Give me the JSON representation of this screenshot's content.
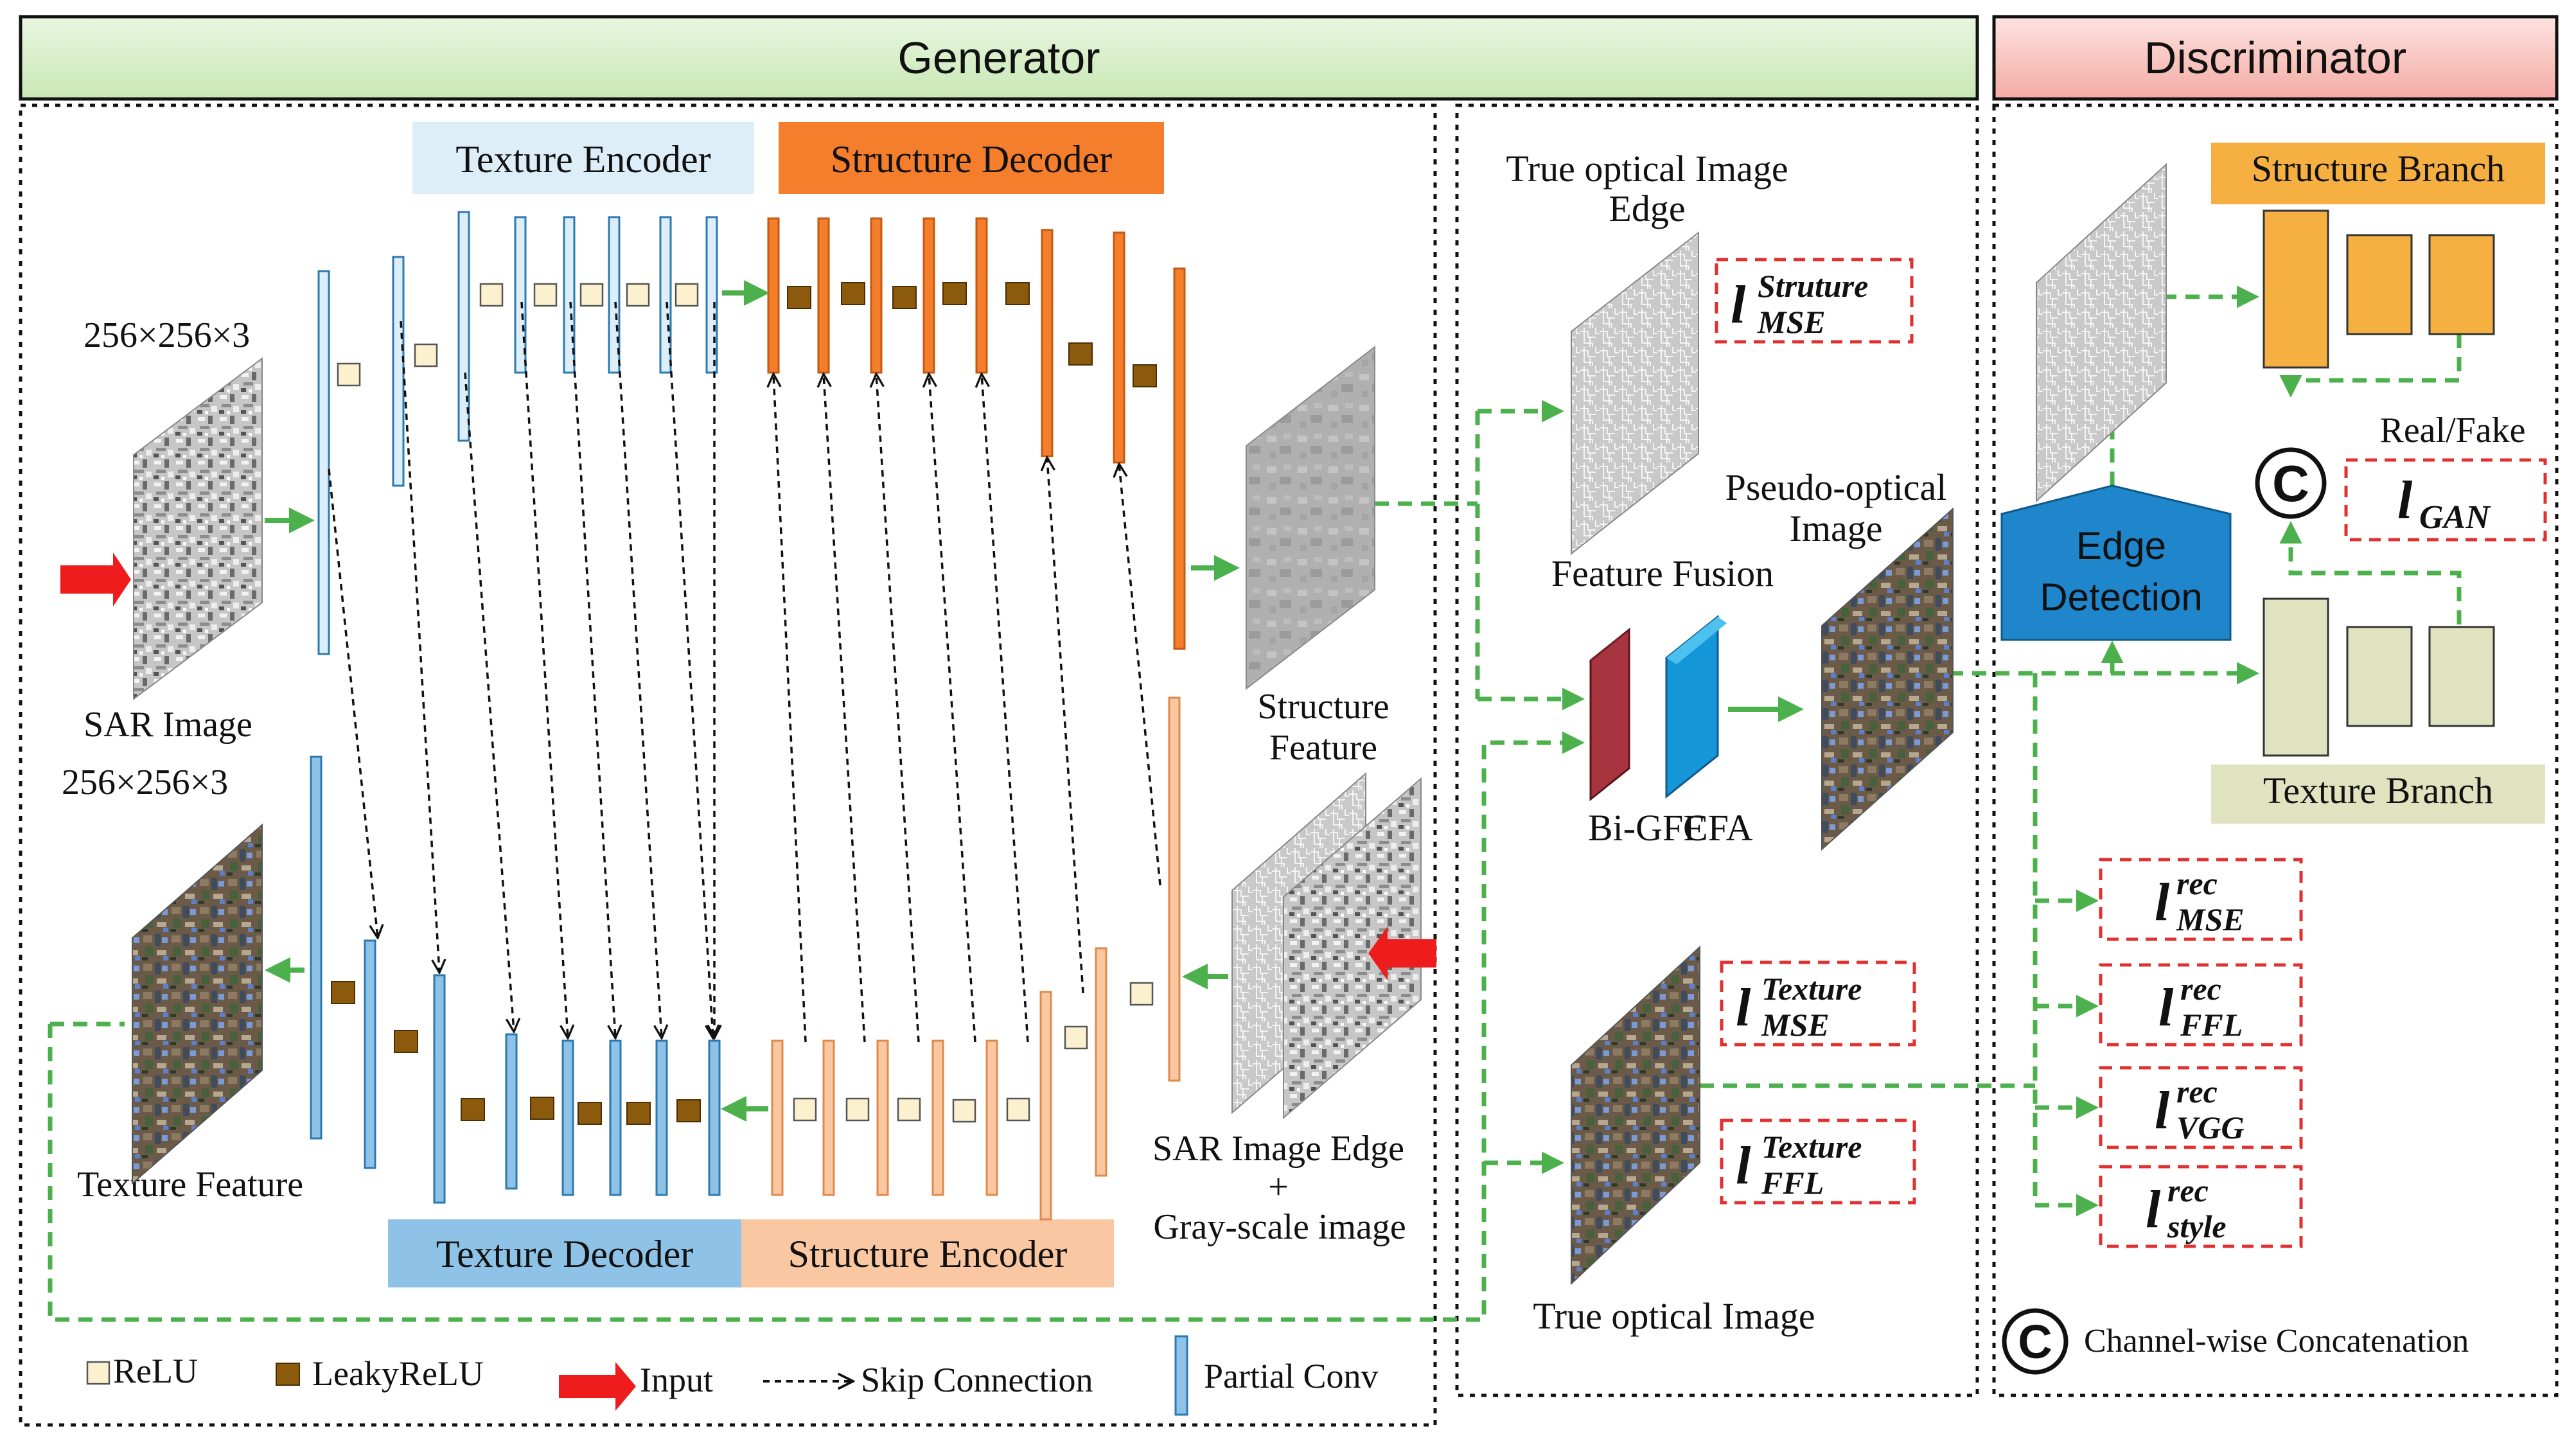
{
  "headers": {
    "generator": "Generator",
    "discriminator": "Discriminator"
  },
  "generator": {
    "texture_encoder": "Texture Encoder",
    "structure_decoder": "Structure Decoder",
    "texture_decoder": "Texture Decoder",
    "structure_encoder": "Structure Encoder",
    "input_size_top": "256×256×3",
    "input_size_bottom": "256×256×3",
    "sar_image": "SAR Image",
    "texture_feature": "Texture Feature",
    "structure_feature_line1": "Structure",
    "structure_feature_line2": "Feature",
    "sar_edge_line1": "SAR Image Edge",
    "sar_edge_line2": "+",
    "sar_edge_line3": "Gray-scale  image"
  },
  "fusion": {
    "true_edge_line1": "True optical Image",
    "true_edge_line2": "Edge",
    "feature_fusion": "Feature Fusion",
    "bigff": "Bi-GFF",
    "cfa": "CFA",
    "pseudo_line1": "Pseudo-optical",
    "pseudo_line2": "Image",
    "true_optical": "True optical Image"
  },
  "losses": {
    "l_base": "l",
    "struture_sup": "Struture",
    "texture_sup": "Texture",
    "rec_sup": "rec",
    "mse_sub": "MSE",
    "ffl_sub": "FFL",
    "vgg_sub": "VGG",
    "style_sub": "style",
    "gan_sub": "GAN"
  },
  "discriminator": {
    "structure_branch": "Structure Branch",
    "texture_branch": "Texture Branch",
    "edge_line1": "Edge",
    "edge_line2": "Detection",
    "real_fake": "Real/Fake",
    "concat_symbol": "C",
    "concat_label": "Channel-wise  Concatenation"
  },
  "legend": {
    "relu": "ReLU",
    "leakyrelu": "LeakyReLU",
    "input": "Input",
    "skip": "Skip Connection",
    "partial_conv": "Partial Conv"
  },
  "colors": {
    "green_flow": "#4cb04c",
    "red_input": "#ee1c1c",
    "relu_fill": "#fbf1cf",
    "leaky_fill": "#8c5a0c",
    "texture_encoder_bg": "#ddeef8",
    "structure_decoder_bg": "#f47e2c",
    "texture_decoder_bg": "#8ec3e7",
    "structure_encoder_bg": "#f9c7a2",
    "edge_detection": "#1f86cc",
    "structure_branch": "#f6b041",
    "texture_branch": "#dfe3c0",
    "loss_border": "#e03030"
  }
}
